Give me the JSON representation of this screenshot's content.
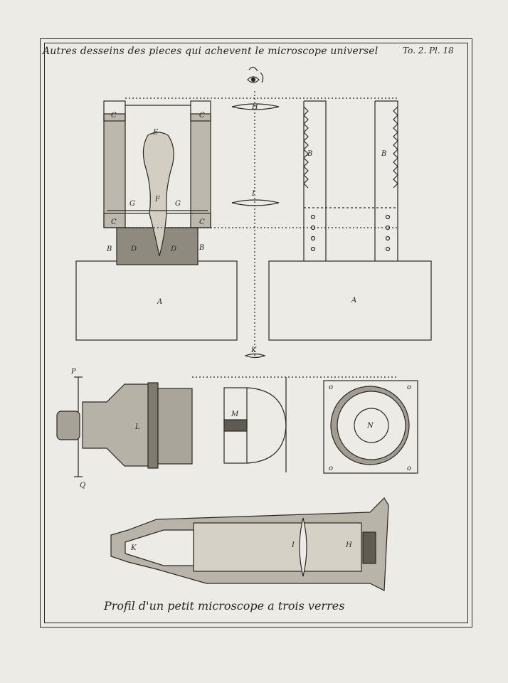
{
  "plate": {
    "title": "Autres desseins des pieces qui achevent le microscope universel",
    "reference": "To. 2. Pl. 18",
    "caption": "Profil d'un petit microscope a trois verres"
  },
  "labels": {
    "A": "A",
    "B": "B",
    "C": "C",
    "D": "D",
    "E": "E",
    "F": "F",
    "G": "G",
    "H": "H",
    "I": "I",
    "K": "K",
    "L": "L",
    "M": "M",
    "N": "N",
    "O": "o",
    "P": "P",
    "Q": "Q"
  },
  "colors": {
    "paper": "#ecebe6",
    "ink": "#2b2825"
  }
}
